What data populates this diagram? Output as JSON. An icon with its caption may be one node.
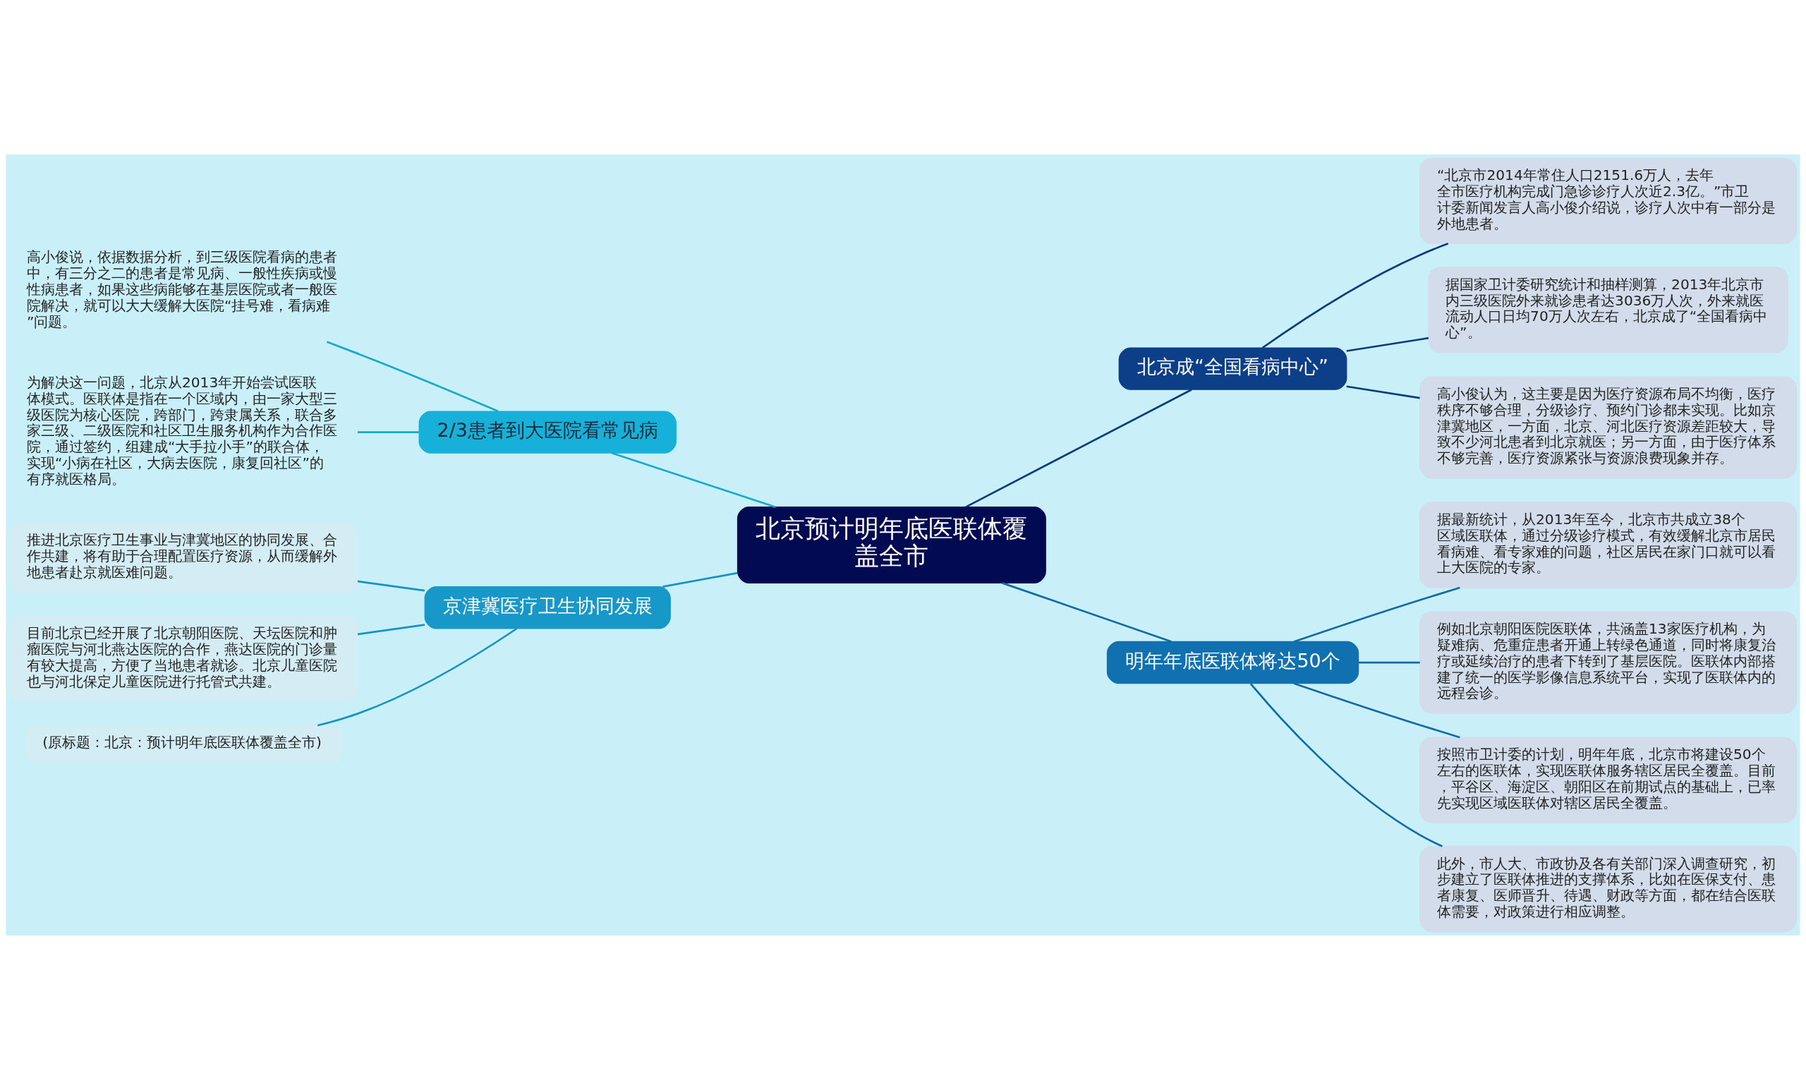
{
  "diagram": {
    "nodes": [
      {
        "text": [
          "北京预计明年底医联体覆盖全市"
        ]
      },
      {
        "text": [
          "北京成“全国看病中心”"
        ]
      },
      {
        "text": [
          "“北京市2014年常住人口2151.6万人，去年全市医疗机构完成门急诊诊疗人次近2.3亿。”市卫计委新闻发言人高小俊介绍说，诊疗人次中有一部分是外地患者。"
        ]
      },
      {
        "text": [
          "据国家卫计委研究统计和抽样测算，2013年北京市内三级医院外来就诊患者达3036万人次，外来就医流动人口日均70万人次左右，北京成了“全国看病中心”。"
        ]
      },
      {
        "text": [
          "高小俊认为，这主要是因为医疗资源布局不均衡，医疗秩序不够合理，分级诊疗、预约门诊都未实现。比如京津冀地区，一方面，北京、河北医疗资源差距较大，导致不少河北患者到北京就医；另一方面，由于医疗体系不够完善，医疗资源紧张与资源浪费现象并存。"
        ]
      },
      {
        "text": [
          "明年年底医联体将达50个"
        ]
      },
      {
        "text": [
          "据最新统计，从2013年至今，北京市共成立38个区域医联体，通过分级诊疗模式，有效缓解北京市居民看病难、看专家难的问题，社区居民在家门口就可以看上大医院的专家。"
        ]
      },
      {
        "text": [
          "例如北京朝阳医院医联体，共涵盖13家医疗机构，为疑难病、危重症患者开通上转绿色通道，同时将康复治疗或延续治疗的患者下转到了基层医院。医联体内部搭建了统一的医学影像信息系统平台，实现了医联体内的远程会诊。"
        ]
      },
      {
        "text": [
          "按照市卫计委的计划，明年年底，北京市将建设50个左右的医联体，实现医联体服务辖区居民全覆盖。目前，平谷区、海淀区、朝阳区在前期试点的基础上，已率先实现区域医联体对辖区居民全覆盖。"
        ]
      },
      {
        "text": [
          "此外，市人大、市政协及各有关部门深入调查研究，初步建立了医联体推进的支撑体系，比如在医保支付、患者康复、医师晋升、待遇、财政等方面，都在结合医联体需要，对政策进行相应调整。"
        ]
      },
      {
        "text": [
          "2/3患者到大医院看常见病"
        ]
      },
      {
        "text": [
          "高小俊说，依据数据分析，到三级医院看病的患者中，有三分之二的患者是常见病、一般性疾病或慢性病患者，如果这些病能够在基层医院或者一般医院解决，就可以大大缓解大医院“挂号难，看病难”问题。"
        ]
      },
      {
        "text": [
          "为解决这一问题，北京从2013年开始尝试医联体模式。医联体是指在一个区域内，由一家大型三级医院为核心医院，跨部门，跨隶属关系，联合多家三级、二级医院和社区卫生服务机构作为合作医院，通过签约，组建成“大手拉小手”的联合体，实现“小病在社区，大病去医院，康复回社区”的有序就医格局。"
        ]
      },
      {
        "text": [
          "京津冀医疗卫生协同发展"
        ]
      },
      {
        "text": [
          "推进北京医疗卫生事业与津冀地区的协同发展、合作共建，将有助于合理配置医疗资源，从而缓解外地患者赴京就医难问题。"
        ]
      },
      {
        "text": [
          "目前北京已经开展了北京朝阳医院、天坛医院和肿瘤医院与河北燕达医院的合作，燕达医院的门诊量有较大提高，方便了当地患者就诊。北京儿童医院也与河北保定儿童医院进行托管式共建。"
        ]
      },
      {
        "text": [
          "(原标题：北京：预计明年底医联体覆盖全市)"
        ]
      }
    ],
    "edges": [
      {
        "from": 0,
        "to": 1,
        "arrow": "none",
        "color": "#0d3a7c"
      },
      {
        "from": 1,
        "to": 2,
        "arrow": "none",
        "color": "#0d3a7c"
      },
      {
        "from": 1,
        "to": 3,
        "arrow": "none",
        "color": "#0d3a7c"
      },
      {
        "from": 1,
        "to": 4,
        "arrow": "none",
        "color": "#0d3a7c"
      },
      {
        "from": 0,
        "to": 5,
        "arrow": "none",
        "color": "#116aa6"
      },
      {
        "from": 5,
        "to": 6,
        "arrow": "none",
        "color": "#116aa6"
      },
      {
        "from": 5,
        "to": 7,
        "arrow": "none",
        "color": "#116aa6"
      },
      {
        "from": 5,
        "to": 8,
        "arrow": "none",
        "color": "#116aa6"
      },
      {
        "from": 5,
        "to": 9,
        "arrow": "none",
        "color": "#116aa6"
      },
      {
        "from": 0,
        "to": 10,
        "arrow": "none",
        "color": "#17a9cc"
      },
      {
        "from": 10,
        "to": 11,
        "arrow": "none",
        "color": "#17a9cc"
      },
      {
        "from": 10,
        "to": 12,
        "arrow": "none",
        "color": "#17a9cc"
      },
      {
        "from": 0,
        "to": 13,
        "arrow": "none",
        "color": "#1692c4"
      },
      {
        "from": 13,
        "to": 14,
        "arrow": "none",
        "color": "#1692c4"
      },
      {
        "from": 13,
        "to": 15,
        "arrow": "none",
        "color": "#1692c4"
      },
      {
        "from": 13,
        "to": 16,
        "arrow": "none",
        "color": "#1692c4"
      }
    ]
  }
}
